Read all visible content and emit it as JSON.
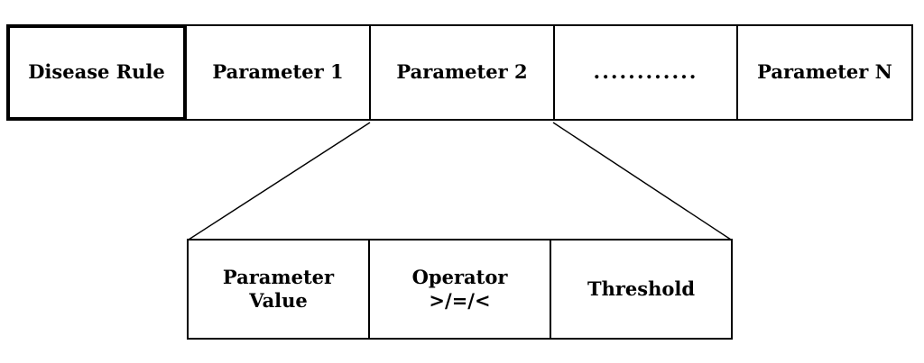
{
  "diagram": {
    "title_row": {
      "cells": [
        {
          "label": "Disease Rule"
        },
        {
          "label": "Parameter 1"
        },
        {
          "label": "Parameter 2"
        },
        {
          "label": "............"
        },
        {
          "label": "Parameter N"
        }
      ]
    },
    "expanded_row": {
      "cells": [
        {
          "line1": "Parameter",
          "line2": "Value"
        },
        {
          "line1": "Operator",
          "line2": ">/=/<"
        },
        {
          "line1": "Threshold",
          "line2": ""
        }
      ]
    },
    "colors": {
      "line": "#000000",
      "background": "#ffffff",
      "text": "#000000"
    }
  }
}
